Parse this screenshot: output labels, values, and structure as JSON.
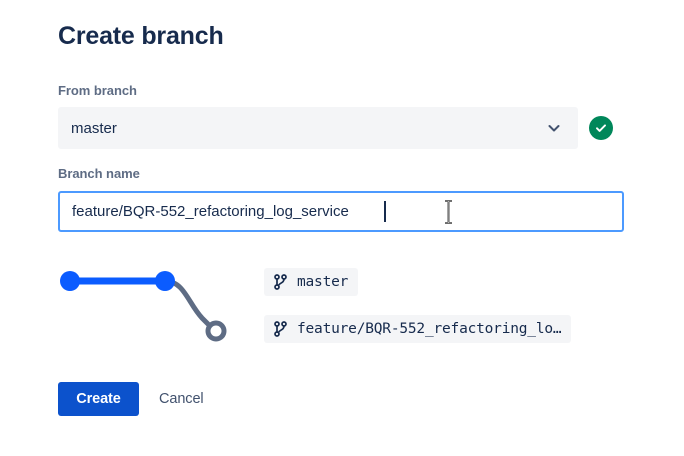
{
  "dialog": {
    "title": "Create branch"
  },
  "from_branch": {
    "label": "From branch",
    "selected_value": "master",
    "chevron_icon": "chevron-down-icon",
    "status_icon": "check-circle-icon",
    "status_color": "#00875a"
  },
  "branch_name": {
    "label": "Branch name",
    "value": "feature/BQR-552_refactoring_log_service",
    "placeholder": "Branch name",
    "focus_border_color": "#4c9aff"
  },
  "graph": {
    "source_color": "#0b5cff",
    "target_color": "#5e6c84"
  },
  "chips": [
    {
      "icon": "git-branch-icon",
      "label": "master"
    },
    {
      "icon": "git-branch-icon",
      "label": "feature/BQR-552_refactoring_lo…"
    }
  ],
  "actions": {
    "create_label": "Create",
    "cancel_label": "Cancel",
    "create_color": "#0c52cc"
  },
  "cursor": {
    "type": "text-ibeam-cursor"
  }
}
